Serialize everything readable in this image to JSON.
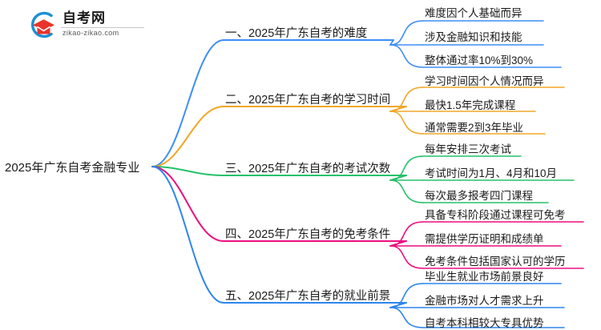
{
  "logo": {
    "name": "zikao-logo",
    "title": "自考网",
    "subtitle": "zikao-zikao.com",
    "mark_blue": "#1b8fd6",
    "mark_red": "#e8342a"
  },
  "mindmap": {
    "root": {
      "label": "2025年广东自考金融专业"
    },
    "branches": [
      {
        "label": "一、2025年广东自考的难度",
        "color": "#3d8ef5",
        "leaves": [
          "难度因个人基础而异",
          "涉及金融知识和技能",
          "整体通过率10%到30%"
        ]
      },
      {
        "label": "二、2025年广东自考的学习时间",
        "color": "#f0a728",
        "leaves": [
          "学习时间因个人情况而异",
          "最快1.5年完成课程",
          "通常需要2到3年毕业"
        ]
      },
      {
        "label": "三、2025年广东自考的考试次数",
        "color": "#25c16a",
        "leaves": [
          "每年安排三次考试",
          "考试时间为1月、4月和10月",
          "每次最多报考四门课程"
        ]
      },
      {
        "label": "四、2025年广东自考的免考条件",
        "color": "#ec0f80",
        "leaves": [
          "具备专科阶段通过课程可免考",
          "需提供学历证明和成绩单",
          "免考条件包括国家认可的学历"
        ]
      },
      {
        "label": "五、2025年广东自考的就业前景",
        "color": "#2d86ef",
        "leaves": [
          "毕业生就业市场前景良好",
          "金融市场对人才需求上升",
          "自考本科相较大专具优势"
        ]
      }
    ]
  }
}
